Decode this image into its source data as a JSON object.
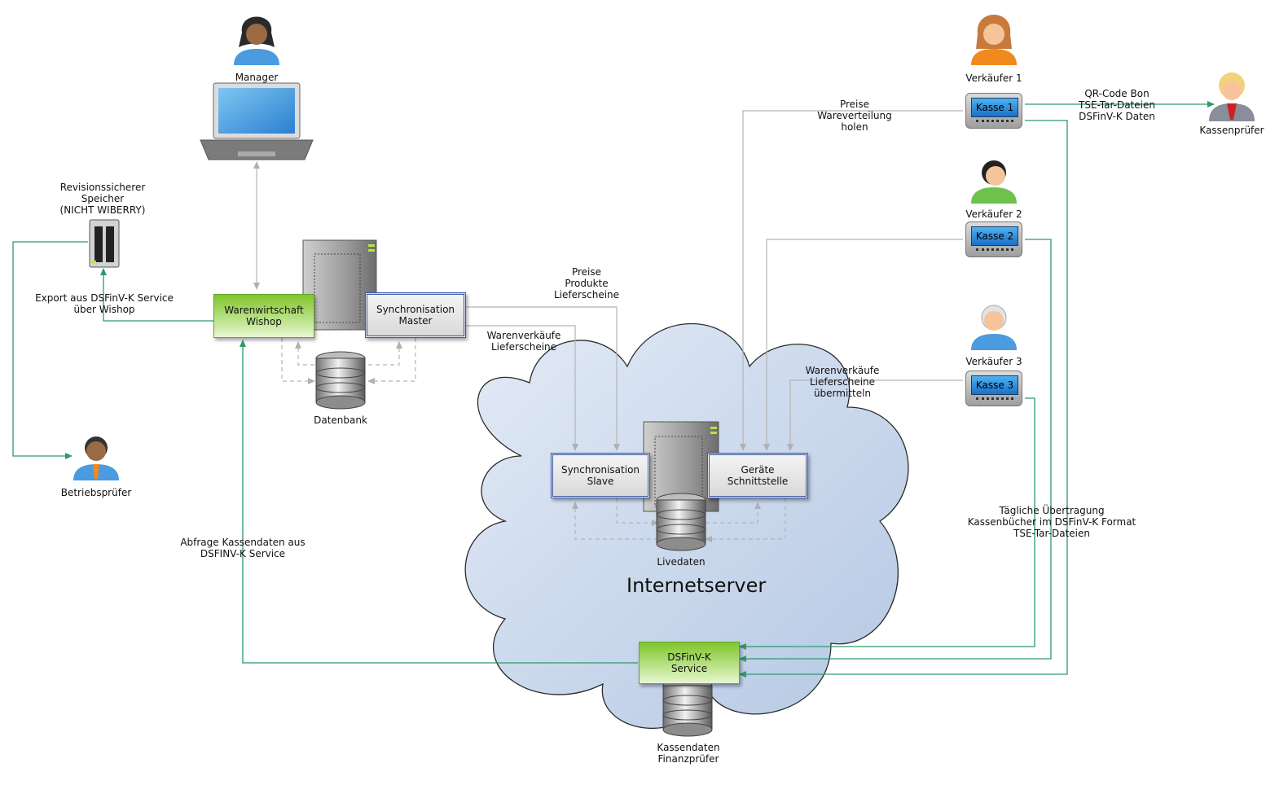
{
  "title": "Internetserver",
  "actors": {
    "manager": "Manager",
    "verkaeufer1": "Verkäufer 1",
    "verkaeufer2": "Verkäufer 2",
    "verkaeufer3": "Verkäufer 3",
    "kassenpruefer": "Kassenprüfer",
    "betriebspruefer": "Betriebsprüfer"
  },
  "nodes": {
    "warenwirtschaft": "Warenwirtschaft\nWishop",
    "sync_master": "Synchronisation\nMaster",
    "sync_slave": "Synchronisation\nSlave",
    "geraete": "Geräte\nSchnittstelle",
    "dsfinvk": "DSFinV-K\nService",
    "datenbank": "Datenbank",
    "livedaten": "Livedaten",
    "kassendaten": "Kassendaten\nFinanzprüfer",
    "revision": "Revisionssicherer\nSpeicher\n(NICHT WIBERRY)"
  },
  "kassen": [
    "Kasse 1",
    "Kasse 2",
    "Kasse 3"
  ],
  "edge_labels": {
    "export": "Export aus DSFinV-K Service\nüber Wishop",
    "abfrage": "Abfrage Kassendaten aus\nDSFINV-K Service",
    "preise_produkte": "Preise\nProdukte\nLieferscheine",
    "warenverkaeufe1": "Warenverkäufe\nLieferscheine",
    "preise_holen": "Preise\nWareverteilung\nholen",
    "warenverkaeufe2": "Warenverkäufe\nLieferscheine\nübermitteln",
    "qr": "QR-Code Bon\nTSE-Tar-Dateien\nDSFinV-K Daten",
    "taeglich": "Tägliche Übertragung\nKassenbücher im DSFinV-K Format\nTSE-Tar-Dateien"
  },
  "colors": {
    "green_arrow": "#2e9a68",
    "grey_arrow": "#b5b5b5",
    "cloud_fill": "#c3d3ea",
    "cloud_stroke": "#2b2b2b",
    "box_border": "#3b5aa8",
    "service_green": "#7fc52a"
  },
  "icons": [
    "person-icon",
    "laptop-icon",
    "server-icon",
    "database-icon",
    "nas-icon",
    "pos-terminal-icon",
    "cloud-shape"
  ]
}
